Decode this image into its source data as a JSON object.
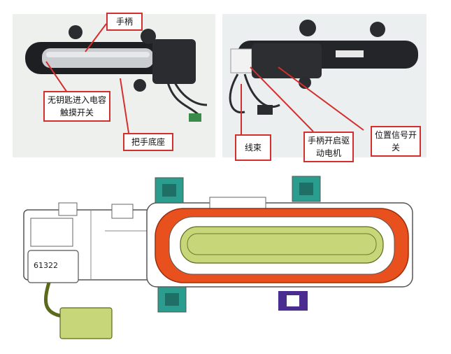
{
  "callouts": {
    "handle": "手柄",
    "keyless_touch_switch": "无钥匙进入电容触摸开关",
    "handle_base": "把手底座",
    "wire_harness": "线束",
    "handle_drive_motor": "手柄开启驱动电机",
    "position_signal_switch": "位置信号开关"
  },
  "part_label": "61322",
  "colors": {
    "callout_border": "#d32f2f",
    "highlight_orange": "#e8501e",
    "highlight_green": "#c8d67a",
    "clip_teal": "#2a9d8f",
    "marker_purple": "#4b2c91"
  }
}
